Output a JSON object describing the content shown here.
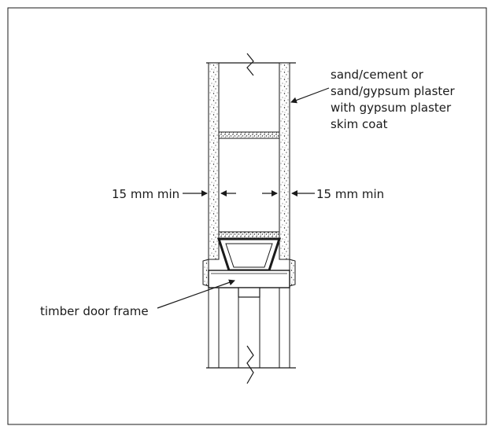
{
  "labels": {
    "plaster": {
      "lines": [
        "sand/cement or",
        "sand/gypsum plaster",
        "with gypsum plaster",
        "skim coat"
      ]
    },
    "dim_left": "15 mm min",
    "dim_right": "15 mm min",
    "frame": "timber door frame"
  },
  "colors": {
    "ink": "#1a1a1a",
    "paper": "#ffffff"
  }
}
